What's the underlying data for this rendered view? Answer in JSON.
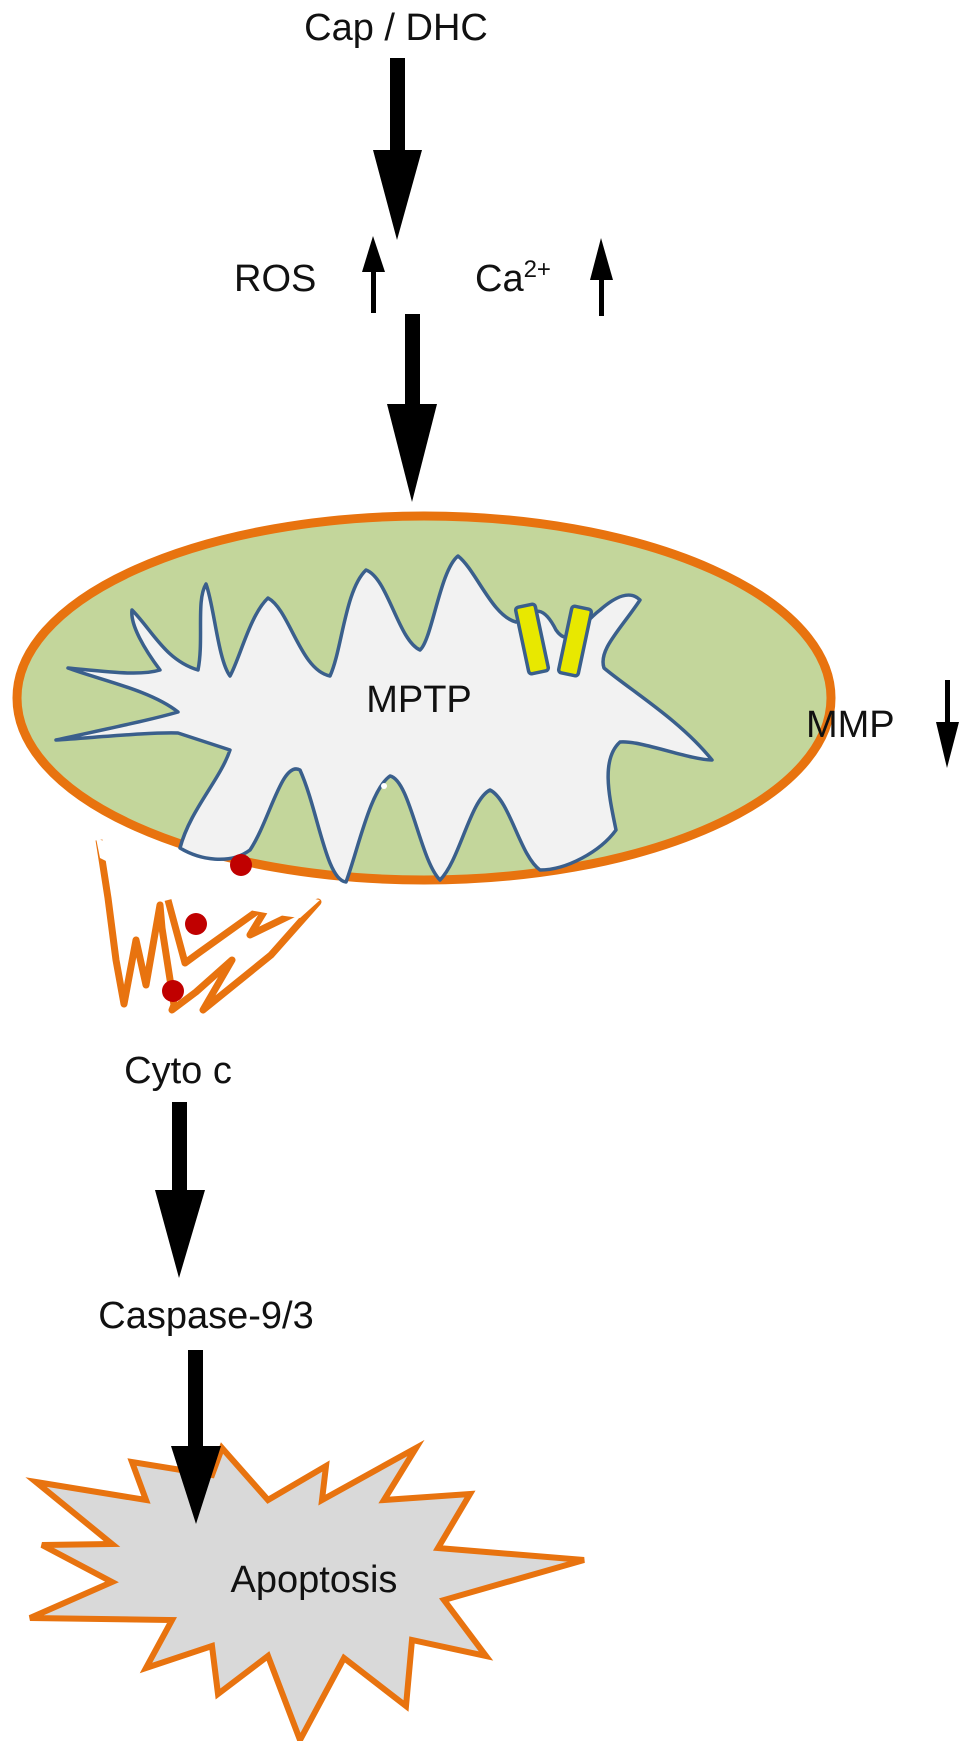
{
  "labels": {
    "top": "Cap / DHC",
    "ros": "ROS",
    "ca_base": "Ca",
    "ca_sup": "2+",
    "mptp": "MPTP",
    "mmp": "MMP",
    "cyto": "Cyto c",
    "caspase": "Caspase-9/3",
    "apoptosis": "Apoptosis"
  },
  "colors": {
    "arrow": "#000000",
    "outer_membrane": "#e8730f",
    "matrix": "#c3d69b",
    "inner_membrane": "#3a5f8c",
    "inner_space": "#f2f2f2",
    "pore": "#e8e800",
    "pore_border": "#3a5f8c",
    "cytochrome_c": "#c00000",
    "burst_fill": "#d9d9d9",
    "burst_border": "#e8730f"
  },
  "indicators": {
    "ros": "up",
    "ca": "up",
    "mmp": "down"
  }
}
